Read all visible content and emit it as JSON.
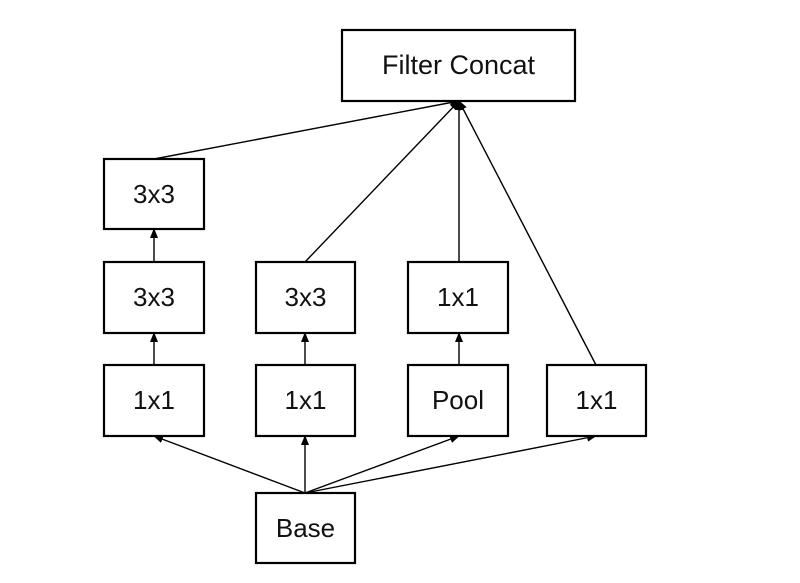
{
  "nodes": {
    "filter_concat": "Filter Concat",
    "b1_top": "3x3",
    "b1_mid": "3x3",
    "b1_bottom": "1x1",
    "b2_top": "3x3",
    "b2_bottom": "1x1",
    "b3_top": "1x1",
    "b3_bottom": "Pool",
    "b4_bottom": "1x1",
    "base": "Base"
  },
  "edges": [
    [
      "base",
      "b1_bottom"
    ],
    [
      "base",
      "b2_bottom"
    ],
    [
      "base",
      "b3_bottom"
    ],
    [
      "base",
      "b4_bottom"
    ],
    [
      "b1_bottom",
      "b1_mid"
    ],
    [
      "b1_mid",
      "b1_top"
    ],
    [
      "b2_bottom",
      "b2_top"
    ],
    [
      "b3_bottom",
      "b3_top"
    ],
    [
      "b1_top",
      "filter_concat"
    ],
    [
      "b2_top",
      "filter_concat"
    ],
    [
      "b3_top",
      "filter_concat"
    ],
    [
      "b4_bottom",
      "filter_concat"
    ]
  ]
}
